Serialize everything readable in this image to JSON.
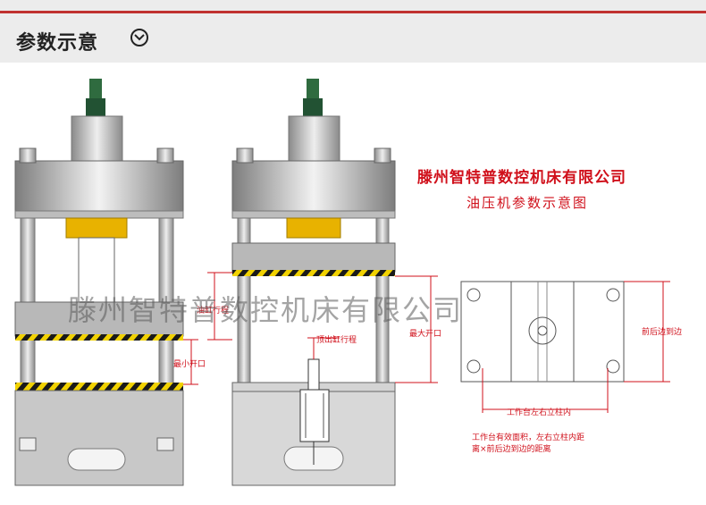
{
  "header": {
    "title": "参数示意"
  },
  "icons": {
    "expand": "chevron-down-circle-icon"
  },
  "diagram": {
    "company_name": "滕州智特普数控机床有限公司",
    "subtitle": "油压机参数示意图",
    "watermark": "滕州智特普数控机床有限公司",
    "labels": {
      "stroke": "油缸行程",
      "min_opening": "最小开口",
      "max_opening": "最大开口",
      "ejector_stroke": "顶出缸行程",
      "front_back": "前后边到边",
      "between_columns": "工作台左右立柱内",
      "table_area_line1": "工作台有效面积，左右立柱内距",
      "table_area_line2": "离×前后边到边的距离"
    }
  },
  "colors": {
    "accent": "#c0312f",
    "label": "#d0101b",
    "bar": "#ececec"
  }
}
